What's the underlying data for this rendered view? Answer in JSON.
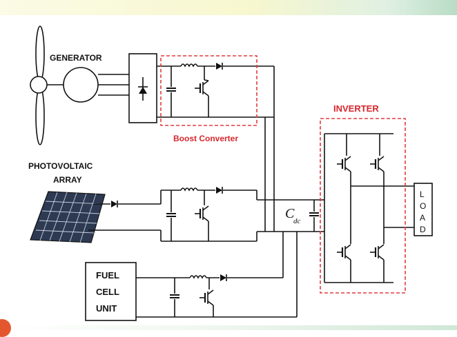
{
  "labels": {
    "generator": "GENERATOR",
    "photovoltaic": "PHOTOVOLTAIC",
    "array": "ARRAY",
    "boost_converter": "Boost Converter",
    "inverter": "INVERTER",
    "fuel_1": "FUEL",
    "fuel_2": "CELL",
    "fuel_3": "UNIT",
    "cdc_main": "C",
    "cdc_sub": "dc",
    "load": [
      "L",
      "O",
      "A",
      "D"
    ]
  },
  "colors": {
    "wire": "#111111",
    "highlight": "#e03a3e",
    "panel": "#2d3a52"
  }
}
